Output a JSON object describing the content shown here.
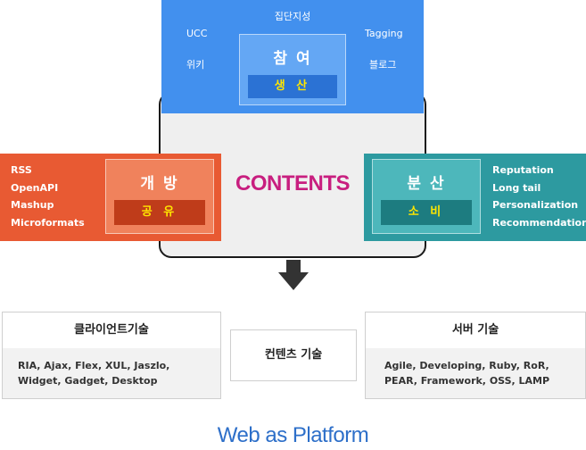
{
  "top": {
    "top_label": "집단지성",
    "left_top": "UCC",
    "left_bottom": "위키",
    "right_top": "Tagging",
    "right_bottom": "블로그",
    "core_title": "참 여",
    "core_sub": "생 산"
  },
  "left": {
    "items": [
      "RSS",
      "OpenAPI",
      "Mashup",
      "Microformats"
    ],
    "core_title": "개 방",
    "core_sub": "공 유"
  },
  "right": {
    "items": [
      "Reputation",
      "Long tail",
      "Personalization",
      "Recommendation"
    ],
    "core_title": "분 산",
    "core_sub": "소 비"
  },
  "center": {
    "label": "CONTENTS"
  },
  "bottom": {
    "client": {
      "title": "클라이언트기술",
      "body": "RIA, Ajax, Flex, XUL, Jaszlo, Widget, Gadget, Desktop"
    },
    "contents": {
      "title": "컨텐츠 기술"
    },
    "server": {
      "title": "서버 기술",
      "body": "Agile, Developing, Ruby, RoR, PEAR, Framework, OSS, LAMP"
    }
  },
  "footer": {
    "title": "Web as Platform"
  },
  "colors": {
    "top": "#4290ee",
    "left": "#e85a33",
    "right": "#2d9aa0",
    "contents": "#c81e7f",
    "footer": "#2d6fc9",
    "sub_text": "#ffe600"
  }
}
